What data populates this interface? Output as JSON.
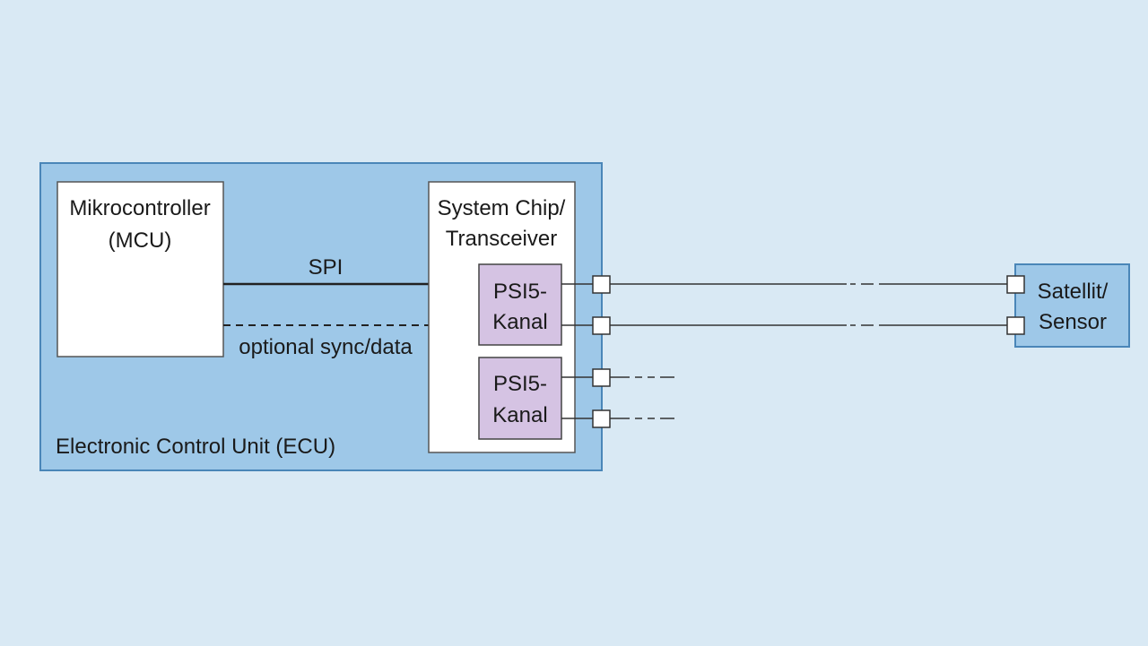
{
  "colors": {
    "background": "#d9e9f4",
    "ecu_fill": "#9ec8e8",
    "block_fill": "#ffffff",
    "channel_fill": "#d5c3e3",
    "sensor_fill": "#9ec8e8",
    "line": "#333333"
  },
  "ecu": {
    "label": "Electronic Control Unit (ECU)"
  },
  "mcu": {
    "line1": "Mikrocontroller",
    "line2": "(MCU)"
  },
  "system_chip": {
    "line1": "System Chip/",
    "line2": "Transceiver"
  },
  "channels": [
    {
      "line1": "PSI5-",
      "line2": "Kanal"
    },
    {
      "line1": "PSI5-",
      "line2": "Kanal"
    }
  ],
  "links": {
    "spi": "SPI",
    "optional": "optional sync/data"
  },
  "sensor": {
    "line1": "Satellit/",
    "line2": "Sensor"
  }
}
